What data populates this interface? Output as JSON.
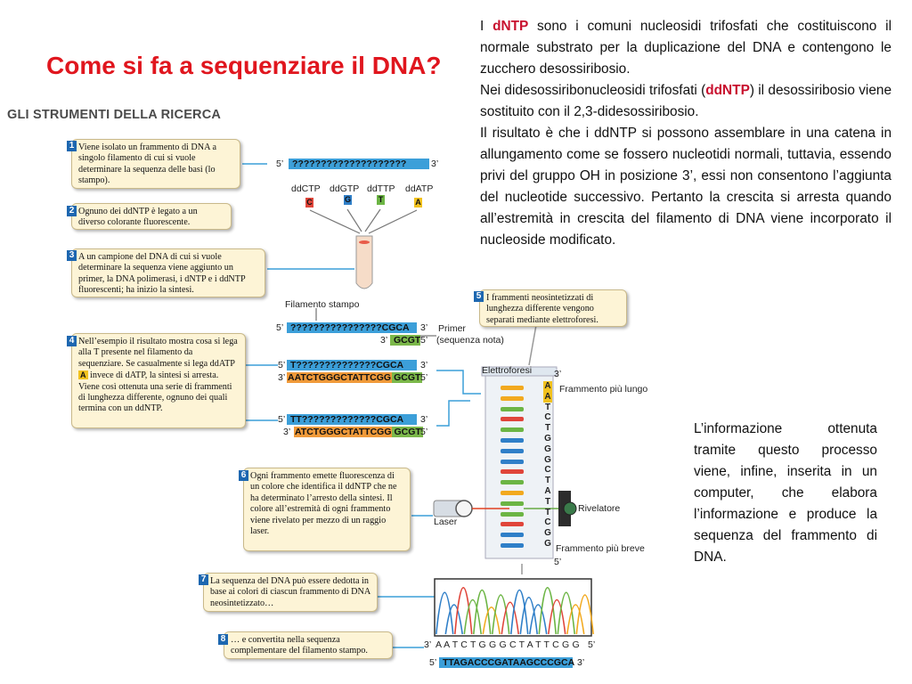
{
  "title": "Come si fa a sequenziare il DNA?",
  "figure_header": "GLI STRUMENTI DELLA RICERCA",
  "right_text": {
    "p1_a": "I ",
    "p1_red": "dNTP",
    "p1_b": " sono i comuni nucleosidi trifosfati che costituiscono il normale substrato per la duplicazione del DNA e contengono le zucchero desossiribosio.",
    "p2_a": "Nei didesossiribonucleosidi trifosfati (",
    "p2_red": "ddNTP",
    "p2_b": ") il desossiribosio viene sostituito con il 2,3-didesossiribosio.",
    "p3": "Il risultato è che i ddNTP si possono assemblare in una catena in allungamento come se fossero nucleotidi normali, tuttavia, essendo privi del gruppo OH in posizione 3’, essi non consentono l’aggiunta del nucleotide successivo. Pertanto la crescita si arresta quando all’estremità in crescita del filamento di DNA viene incorporato  il nucleoside modificato."
  },
  "info_text": "L’informazione ottenuta tramite questo processo viene, infine, inserita in un computer, che elabora l’informazione e produce la sequenza del frammento di DNA.",
  "steps": [
    {
      "n": "1",
      "text": "Viene isolato un frammento di DNA a singolo filamento di cui si vuole determinare la sequenza delle basi (lo stampo)."
    },
    {
      "n": "2",
      "text": "Ognuno dei ddNTP è legato a un diverso colorante fluorescente."
    },
    {
      "n": "3",
      "text": "A un campione del DNA di cui si vuole determinare la sequenza viene aggiunto un primer, la DNA polimerasi, i dNTP e i ddNTP fluorescenti; ha inizio la sintesi."
    },
    {
      "n": "4",
      "text_a": "Nell’esempio il risultato mostra cosa si lega alla T presente nel filamento da sequenziare. Se casualmente si lega ddATP ",
      "text_badge": "A",
      "text_b": " invece di dATP, la sintesi si arresta. Viene così ottenuta una serie di frammenti di lunghezza differente, ognuno dei quali termina con un ddNTP."
    },
    {
      "n": "5",
      "text": "I frammenti neosintetizzati di lunghezza differente vengono separati mediante elettroforesi."
    },
    {
      "n": "6",
      "text": "Ogni frammento emette fluorescenza di un colore che identifica il ddNTP che ne ha determinato l’arresto della sintesi. Il colore all’estremità di ogni frammento viene rivelato per mezzo di un raggio laser."
    },
    {
      "n": "7",
      "text": "La sequenza del DNA può essere dedotta in base ai colori di ciascun frammento di DNA neosintetizzato…"
    },
    {
      "n": "8",
      "text": "… e convertita nella sequenza complementare del filamento stampo."
    }
  ],
  "labels": {
    "five_prime": "5’",
    "three_prime": "3’",
    "ddctp": "ddCTP",
    "ddgtp": "ddGTP",
    "ddttp": "ddTTP",
    "ddatp": "ddATP",
    "c": "C",
    "g": "G",
    "t": "T",
    "a": "A",
    "filamento_stampo": "Filamento stampo",
    "primer": "Primer",
    "sequenza_nota": "(sequenza nota)",
    "elettroforesi": "Elettroforesi",
    "frammento_lungo": "Frammento più lungo",
    "frammento_breve": "Frammento più breve",
    "rivelatore": "Rivelatore",
    "laser": "Laser"
  },
  "sequences": {
    "template1": "????????????????????",
    "template2_q": "????????????????",
    "template2_known": "CGCA",
    "primer": "GCGT",
    "frag1_template_q": "T??????????????",
    "frag1_template_known": "CGCA",
    "frag1_new": "AATCTGGGCTATTCGG",
    "frag1_primer": "GCGT",
    "frag2_template_q": "TT?????????????",
    "frag2_template_known": "CGCA",
    "frag2_new": "ATCTGGGCTATTCGG",
    "frag2_primer": "GCGT",
    "read_sequence": "A A T C T G G G C T A T T C G G",
    "complement": "TTAGACCCGATAAGCCCGCA"
  },
  "gel_bases": [
    "A",
    "A",
    "T",
    "C",
    "T",
    "G",
    "G",
    "G",
    "C",
    "T",
    "A",
    "T",
    "T",
    "C",
    "G",
    "G"
  ],
  "colors": {
    "A": "#f2a91e",
    "T": "#6cb544",
    "C": "#e0453a",
    "G": "#2f7fc8"
  }
}
